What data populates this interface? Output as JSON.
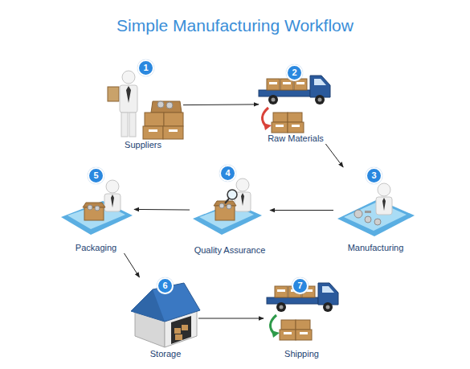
{
  "diagram": {
    "title": "Simple Manufacturing Workflow",
    "nodes": [
      {
        "text": [
          "Suppliers"
        ]
      },
      {
        "text": [
          "Raw Materials"
        ]
      },
      {
        "text": [
          "Manufacturing"
        ]
      },
      {
        "text": [
          "Quality Assurance"
        ]
      },
      {
        "text": [
          "Packaging"
        ]
      },
      {
        "text": [
          "Storage"
        ]
      },
      {
        "text": [
          "Shipping"
        ]
      }
    ],
    "edges": [
      {
        "from": 0,
        "to": 1,
        "arrow": "to"
      },
      {
        "from": 1,
        "to": 2,
        "arrow": "to"
      },
      {
        "from": 2,
        "to": 3,
        "arrow": "to"
      },
      {
        "from": 3,
        "to": 4,
        "arrow": "to"
      },
      {
        "from": 4,
        "to": 5,
        "arrow": "to"
      },
      {
        "from": 5,
        "to": 6,
        "arrow": "to"
      }
    ],
    "labels": [
      "1",
      "2",
      "3",
      "4",
      "5",
      "6",
      "7"
    ]
  }
}
